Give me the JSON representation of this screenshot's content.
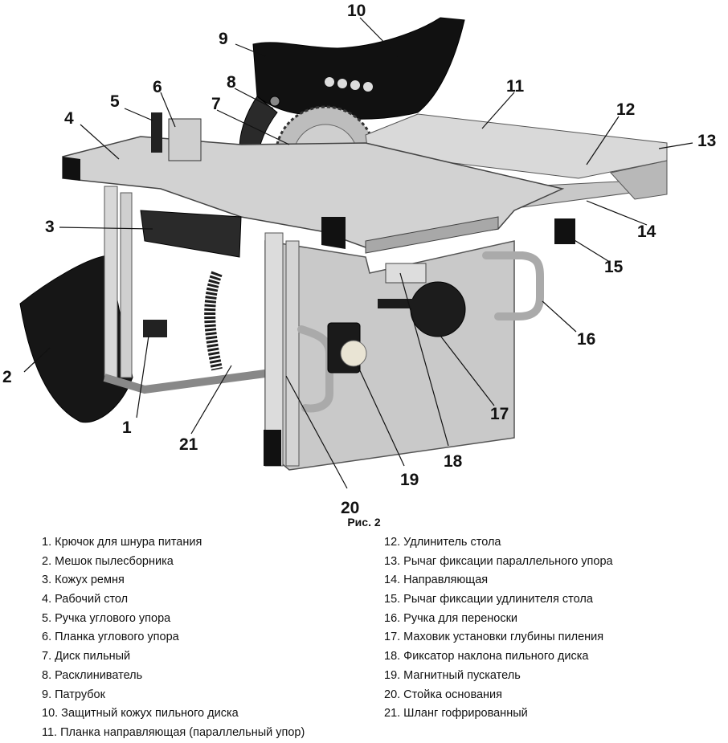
{
  "figure": {
    "caption": "Рис. 2",
    "callouts": [
      "1",
      "2",
      "3",
      "4",
      "5",
      "6",
      "7",
      "8",
      "9",
      "10",
      "11",
      "12",
      "13",
      "14",
      "15",
      "16",
      "17",
      "18",
      "19",
      "20",
      "21"
    ]
  },
  "legend": {
    "left": [
      "1. Крючок для шнура питания",
      "2. Мешок пылесборника",
      "3. Кожух ремня",
      "4.  Рабочий стол",
      "5.  Ручка углового упора",
      "6.  Планка углового упора",
      "7.  Диск пильный",
      "8.  Расклиниватель",
      "9. Патрубок",
      "10. Защитный кожух пильного диска",
      "11.  Планка направляющая (параллельный упор)"
    ],
    "right": [
      "12.  Удлинитель стола",
      "13.  Рычаг фиксации параллельного упора",
      "14.  Направляющая",
      "15.  Рычаг фиксации удлинителя стола",
      "16. Ручка для переноски",
      "17. Маховик установки  глубины пиления",
      "18. Фиксатор наклона пильного диска",
      "19.  Магнитный пускатель",
      "20.  Стойка основания",
      "21. Шланг гофрированный"
    ]
  }
}
